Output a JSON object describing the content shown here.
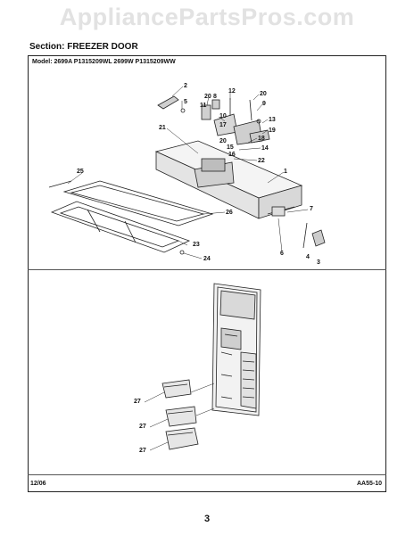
{
  "header": {
    "watermark": "AppliancePartsPros.com",
    "section_title": "Section:  FREEZER DOOR",
    "model_line": "Model:    2699A P1315209WL 2699W P1315209WW"
  },
  "footer": {
    "date": "12/06",
    "code": "AA55-10",
    "page": "3"
  },
  "callouts": [
    "2",
    "5",
    "20",
    "8",
    "12",
    "20",
    "9",
    "11",
    "10",
    "17",
    "13",
    "19",
    "21",
    "18",
    "20",
    "15",
    "14",
    "16",
    "22",
    "1",
    "25",
    "7",
    "26",
    "23",
    "24",
    "6",
    "4",
    "3",
    "27",
    "27",
    "27"
  ]
}
